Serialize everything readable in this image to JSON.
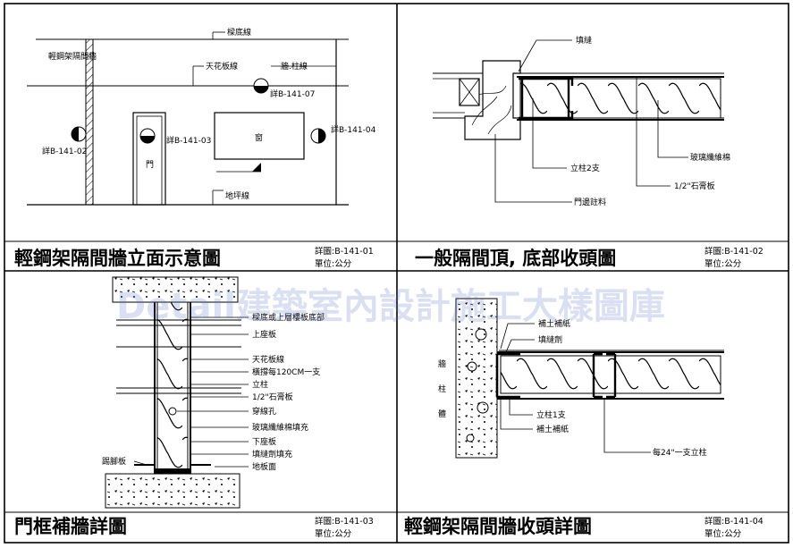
{
  "watermark": "Detail建築室內設計施工大樣圖庫",
  "panels": {
    "p1": {
      "title": "輕鋼架隔間牆立面示意圖",
      "sheet_code": "詳圖:B-141-01",
      "unit": "單位:公分",
      "labels": {
        "skirting_top": "樑底線",
        "partition": "輕鋼架隔間牆",
        "ceiling_line": "天花板線",
        "column_line": "牆.柱線",
        "ref_07": "詳B-141-07",
        "ref_02": "詳B-141-02",
        "ref_03": "詳B-141-03",
        "ref_04": "詳B-141-04",
        "window": "窗",
        "door": "門",
        "floor_line": "地坪線"
      }
    },
    "p2": {
      "title": "一般隔間頂, 底部收頭圖",
      "sheet_code": "詳圖:B-141-02",
      "unit": "單位:公分",
      "labels": {
        "sealant": "填縫",
        "stud2": "立柱2支",
        "glasswool": "玻璃纖維棉",
        "gypsum": "1/2\"石膏板",
        "door_frame": "門邊註料"
      }
    },
    "p3": {
      "title": "門框補牆詳圖",
      "sheet_code": "詳圖:B-141-03",
      "unit": "單位:公分",
      "labels": {
        "beam_bottom": "樑底或上層樓板底部",
        "top_track": "上座板",
        "ceiling_line": "天花板線",
        "crossbar": "橫撐每120CM一支",
        "stud": "立柱",
        "gypsum": "1/2\"石膏板",
        "hole": "穿線孔",
        "glasswool": "玻璃纖維棉填充",
        "bottom_track": "下座板",
        "sealant": "填縫劑填充",
        "floor": "地板面",
        "baseboard": "踢腳板"
      }
    },
    "p4": {
      "title": "輕鋼架隔間牆收頭詳圖",
      "sheet_code": "詳圖:B-141-04",
      "unit": "單位:公分",
      "labels": {
        "putty": "補土補紙",
        "sealant": "填縫劑",
        "wall1": "牆",
        "wall2": "柱",
        "wall3": "體",
        "stud1": "立柱1支",
        "putty2": "補土補紙",
        "spacing": "每24\"一支立柱"
      }
    }
  }
}
